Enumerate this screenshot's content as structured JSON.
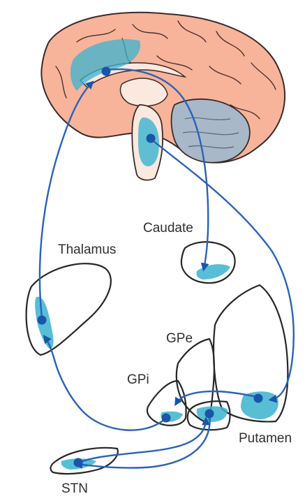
{
  "labels": {
    "caudate": "Caudate",
    "thalamus": "Thalamus",
    "gpe": "GPe",
    "gpi": "GPi",
    "putamen": "Putamen",
    "stn": "STN"
  },
  "colors": {
    "cortex": "#f7b49a",
    "cerebellum": "#a8b8c8",
    "highlight": "#3ab3cf",
    "pathway": "#2a62b8",
    "node": "#1a55a8",
    "outline": "#262626"
  }
}
